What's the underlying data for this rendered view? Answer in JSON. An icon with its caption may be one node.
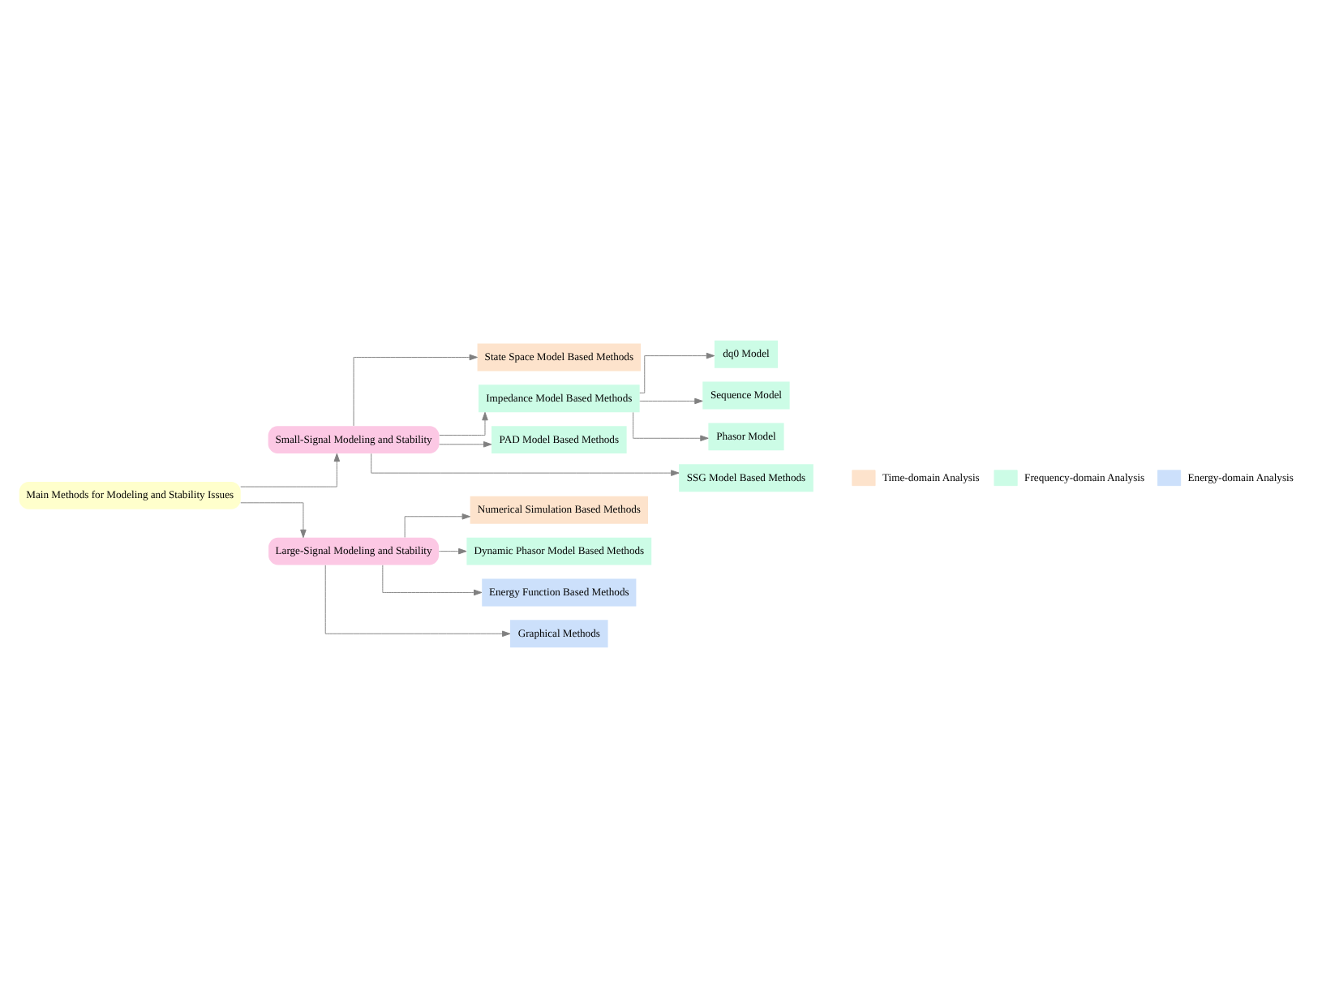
{
  "diagram": {
    "nodes": [
      {
        "text": [
          "Main Methods for Modeling and Stability Issues"
        ]
      },
      {
        "text": [
          "Small-Signal Modeling and Stability"
        ]
      },
      {
        "text": [
          "Large-Signal Modeling and Stability"
        ]
      },
      {
        "text": [
          "State Space Model Based Methods"
        ]
      },
      {
        "text": [
          "Impedance Model Based Methods"
        ]
      },
      {
        "text": [
          "PAD Model Based Methods"
        ]
      },
      {
        "text": [
          "SSG Model Based Methods"
        ]
      },
      {
        "text": [
          "dq0 Model"
        ]
      },
      {
        "text": [
          "Sequence Model"
        ]
      },
      {
        "text": [
          "Phasor Model"
        ]
      },
      {
        "text": [
          "Numerical Simulation Based Methods"
        ]
      },
      {
        "text": [
          "Dynamic Phasor Model Based Methods"
        ]
      },
      {
        "text": [
          "Energy Function Based Methods"
        ]
      },
      {
        "text": [
          "Graphical Methods"
        ]
      }
    ],
    "edges": [
      {
        "from": 0,
        "to": 1,
        "arrow": "to"
      },
      {
        "from": 0,
        "to": 2,
        "arrow": "to"
      },
      {
        "from": 1,
        "to": 3,
        "arrow": "to"
      },
      {
        "from": 1,
        "to": 4,
        "arrow": "to"
      },
      {
        "from": 1,
        "to": 5,
        "arrow": "to"
      },
      {
        "from": 1,
        "to": 6,
        "arrow": "to"
      },
      {
        "from": 4,
        "to": 7,
        "arrow": "to"
      },
      {
        "from": 4,
        "to": 8,
        "arrow": "to"
      },
      {
        "from": 4,
        "to": 9,
        "arrow": "to"
      },
      {
        "from": 2,
        "to": 10,
        "arrow": "to"
      },
      {
        "from": 2,
        "to": 11,
        "arrow": "to"
      },
      {
        "from": 2,
        "to": 12,
        "arrow": "to"
      },
      {
        "from": 2,
        "to": 13,
        "arrow": "to"
      }
    ],
    "legend": [
      {
        "text": "Time-domain Analysis",
        "color": "#fde3cc"
      },
      {
        "text": "Frequency-domain Analysis",
        "color": "#ccfce6"
      },
      {
        "text": "Energy-domain Analysis",
        "color": "#cce0fb"
      }
    ]
  }
}
